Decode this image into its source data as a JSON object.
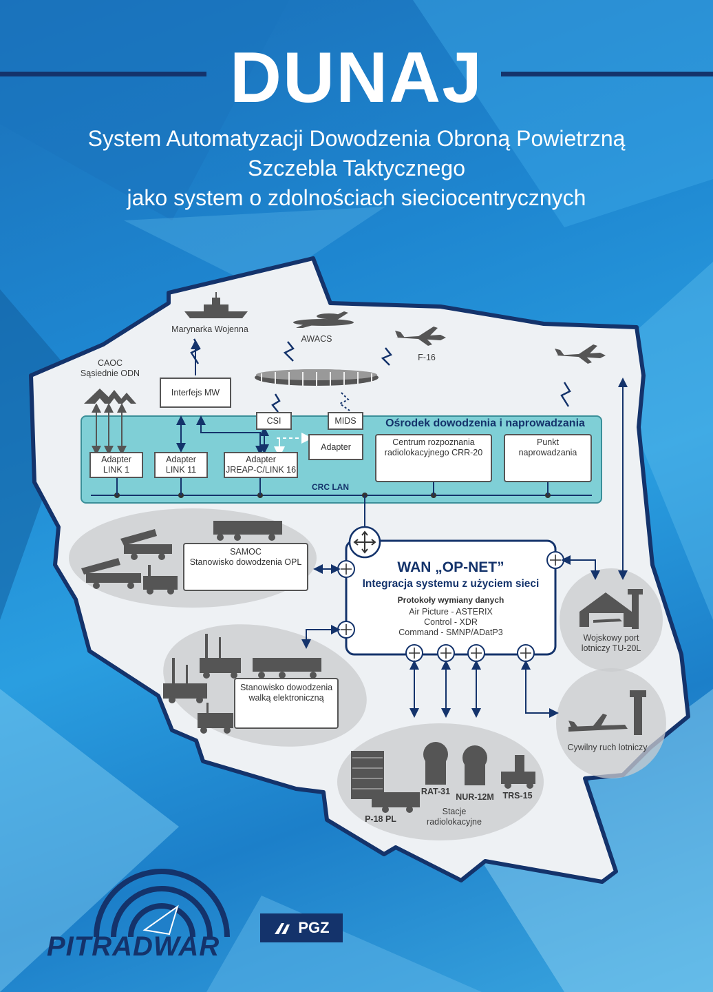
{
  "header": {
    "title": "DUNAJ",
    "subtitle_lines": [
      "System Automatyzacji Dowodzenia Obroną Powietrzną",
      "Szczebla Taktycznego",
      "jako system o zdolnościach sieciocentrycznych"
    ]
  },
  "nodes": {
    "marynarka": "Marynarka Wojenna",
    "awacs": "AWACS",
    "f16": "F-16",
    "caoc_lines": [
      "CAOC",
      "Sąsiednie ODN"
    ],
    "interfejs_mw": "Interfejs MW",
    "csi": "CSI",
    "mids": "MIDS",
    "osrodek": "Ośrodek dowodzenia i naprowadzania",
    "adapter": "Adapter",
    "adapter_link1": [
      "Adapter",
      "LINK 1"
    ],
    "adapter_link11": [
      "Adapter",
      "LINK 11"
    ],
    "adapter_jreap": [
      "Adapter",
      "JREAP-C/LINK 16"
    ],
    "crr20": [
      "Centrum rozpoznania",
      "radiolokacyjnego CRR-20"
    ],
    "punkt": [
      "Punkt",
      "naprowadzania"
    ],
    "crc_lan": "CRC LAN",
    "samoc": [
      "SAMOC",
      "Stanowisko dowodzenia OPL"
    ],
    "wan_title": "WAN „OP-NET”",
    "wan_sub": "Integracja systemu z użyciem sieci",
    "protocols_title": "Protokoły wymiany danych",
    "protocols": [
      "Air Picture - ASTERIX",
      "Control - XDR",
      "Command - SMNP/ADatP3"
    ],
    "ew": [
      "Stanowisko dowodzenia",
      "walką elektroniczną"
    ],
    "port_lines": [
      "Wojskowy port",
      "lotniczy TU-20L"
    ],
    "civil": "Cywilny ruch lotniczy",
    "radars": {
      "p18": "P-18 PL",
      "rat31": "RAT-31",
      "nur12m": "NUR-12M",
      "trs15": "TRS-15",
      "stations": [
        "Stacje",
        "radiolokacyjne"
      ]
    }
  },
  "logos": {
    "pitradwar": "PITRADWAR",
    "pgz": "PGZ"
  },
  "colors": {
    "navy": "#14336b",
    "teal": "#7fcfd6",
    "gray": "#555555",
    "map": "#eef1f4"
  }
}
